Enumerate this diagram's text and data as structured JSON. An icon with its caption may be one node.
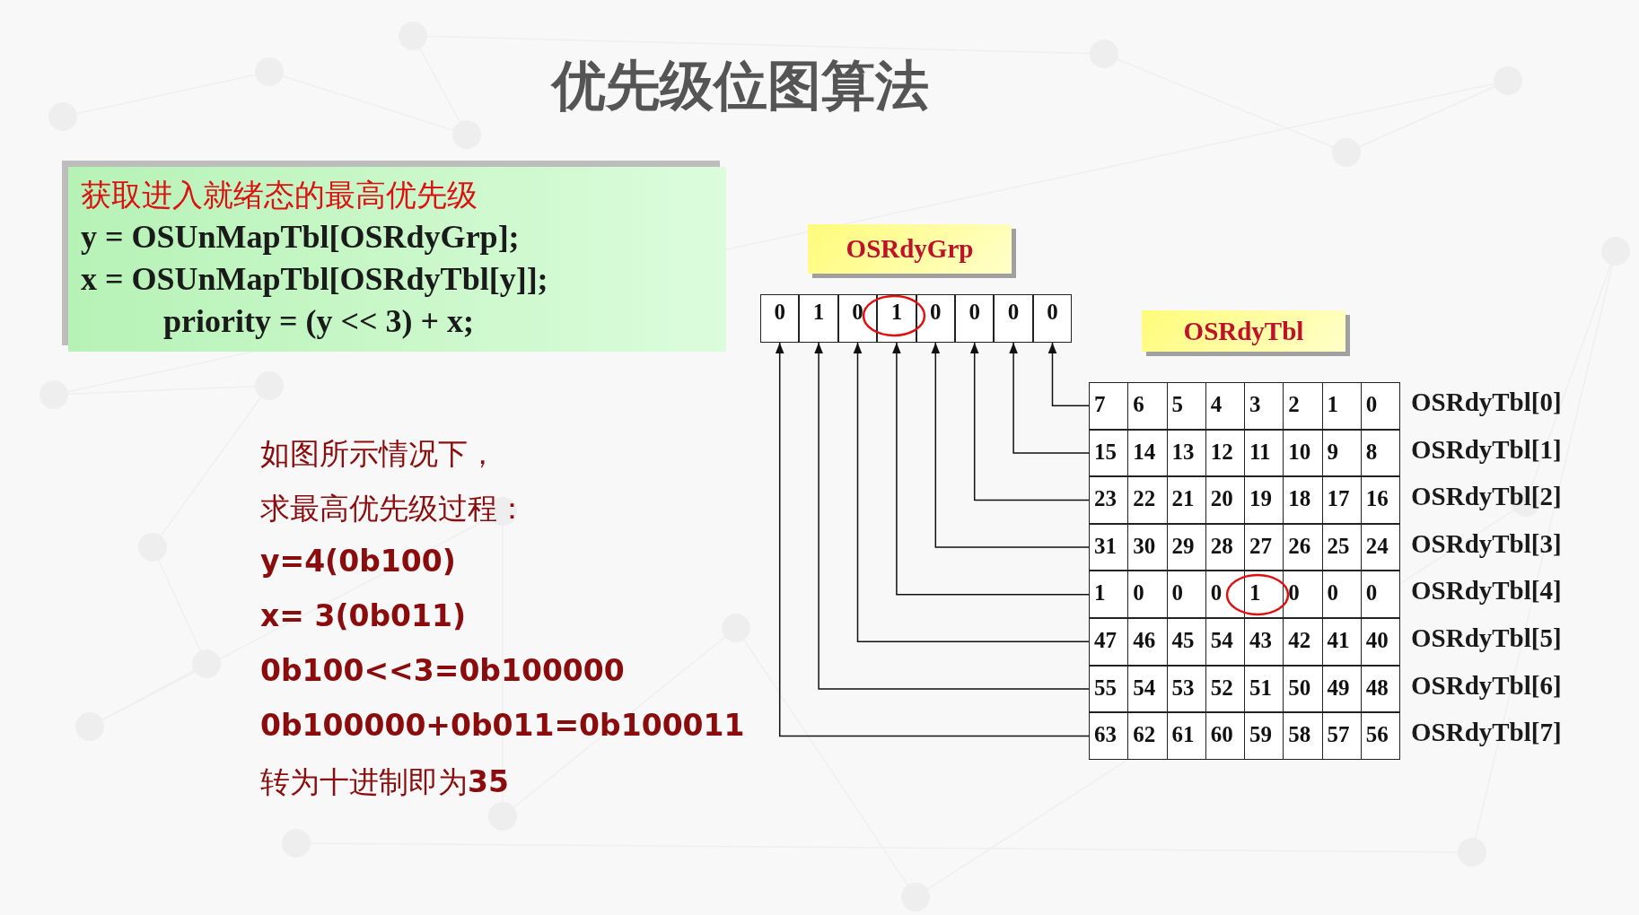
{
  "diagram": {
    "title": "优先级位图算法",
    "nodes": [
      {
        "text": [
          "获取进入就绪态的最高优先级",
          "y = OSUnMapTbl[OSRdyGrp];",
          "x = OSUnMapTbl[OSRdyTbl[y]];",
          "priority = (y << 3) + x;"
        ]
      },
      {
        "text": [
          "OSRdyGrp"
        ]
      },
      {
        "text": [
          "OSRdyTbl"
        ]
      },
      {
        "text": [
          "0"
        ]
      },
      {
        "text": [
          "1"
        ]
      },
      {
        "text": [
          "0"
        ]
      },
      {
        "text": [
          "1"
        ]
      },
      {
        "text": [
          "0"
        ]
      },
      {
        "text": [
          "0"
        ]
      },
      {
        "text": [
          "0"
        ]
      },
      {
        "text": [
          "0"
        ]
      },
      {
        "text": [
          "7",
          "6",
          "5",
          "4",
          "3",
          "2",
          "1",
          "0"
        ],
        "beside": [
          "OSRdyTbl[0]"
        ]
      },
      {
        "text": [
          "15",
          "14",
          "13",
          "12",
          "11",
          "10",
          "9",
          "8"
        ],
        "beside": [
          "OSRdyTbl[1]"
        ]
      },
      {
        "text": [
          "23",
          "22",
          "21",
          "20",
          "19",
          "18",
          "17",
          "16"
        ],
        "beside": [
          "OSRdyTbl[2]"
        ]
      },
      {
        "text": [
          "31",
          "30",
          "29",
          "28",
          "27",
          "26",
          "25",
          "24"
        ],
        "beside": [
          "OSRdyTbl[3]"
        ]
      },
      {
        "text": [
          "1",
          "0",
          "0",
          "0",
          "1",
          "0",
          "0",
          "0"
        ],
        "beside": [
          "OSRdyTbl[4]"
        ]
      },
      {
        "text": [
          "47",
          "46",
          "45",
          "54",
          "43",
          "42",
          "41",
          "40"
        ],
        "beside": [
          "OSRdyTbl[5]"
        ]
      },
      {
        "text": [
          "55",
          "54",
          "53",
          "52",
          "51",
          "50",
          "49",
          "48"
        ],
        "beside": [
          "OSRdyTbl[6]"
        ]
      },
      {
        "text": [
          "63",
          "62",
          "61",
          "60",
          "59",
          "58",
          "57",
          "56"
        ],
        "beside": [
          "OSRdyTbl[7]"
        ]
      }
    ],
    "edges": [
      {
        "from": 11,
        "to": 10,
        "arrow": "to"
      },
      {
        "from": 12,
        "to": 9,
        "arrow": "to"
      },
      {
        "from": 13,
        "to": 8,
        "arrow": "to"
      },
      {
        "from": 14,
        "to": 7,
        "arrow": "to"
      },
      {
        "from": 15,
        "to": 6,
        "arrow": "to"
      },
      {
        "from": 16,
        "to": 5,
        "arrow": "to"
      },
      {
        "from": 17,
        "to": 4,
        "arrow": "to"
      },
      {
        "from": 18,
        "to": 3,
        "arrow": "to"
      }
    ],
    "labels": [
      "如图所示情况下，",
      "求最高优先级过程：",
      "y=4(0b100)",
      "x= 3(0b011)",
      "0b100<<3=0b100000",
      "0b100000+0b011=0b100011",
      "转为十进制即为**35**"
    ]
  }
}
